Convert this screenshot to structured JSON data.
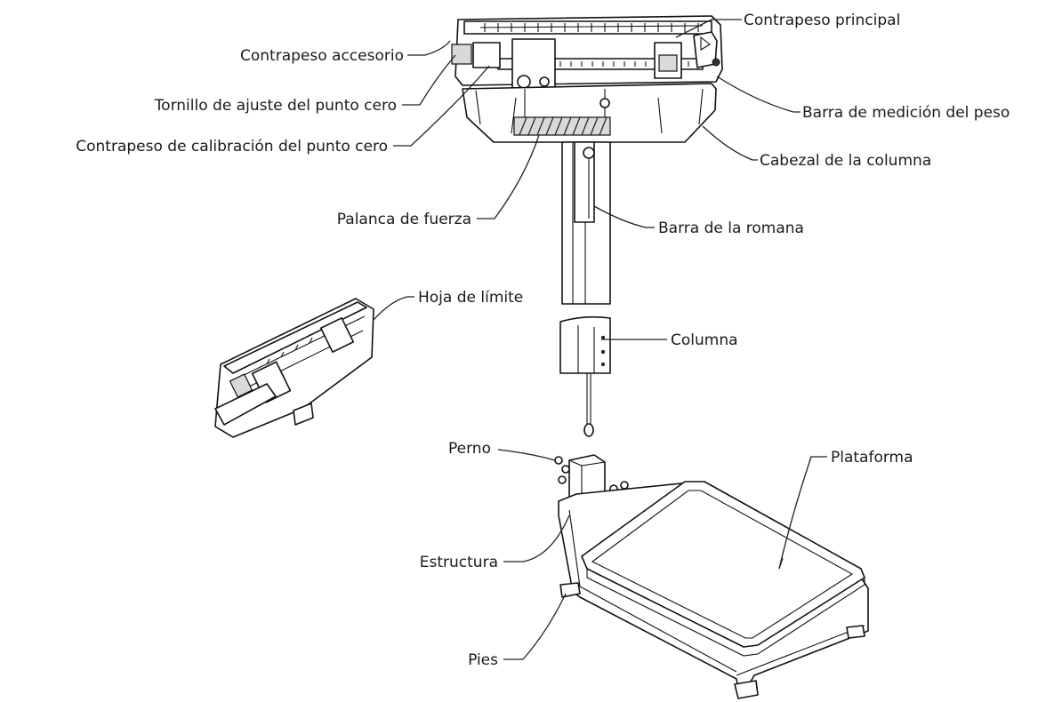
{
  "labels": {
    "contrapeso_principal": "Contrapeso principal",
    "contrapeso_accesorio": "Contrapeso accesorio",
    "tornillo_ajuste": "Tornillo de ajuste del punto cero",
    "contrapeso_calibracion": "Contrapeso de calibración del punto cero",
    "barra_medicion": "Barra de medición del peso",
    "cabezal": "Cabezal de la columna",
    "palanca": "Palanca de fuerza",
    "barra_romana": "Barra de la romana",
    "hoja_limite": "Hoja de límite",
    "columna": "Columna",
    "perno": "Perno",
    "plataforma": "Plataforma",
    "estructura": "Estructura",
    "pies": "Pies"
  },
  "colors": {
    "stroke": "#111111",
    "label": "#1a1a1a",
    "background": "#ffffff"
  }
}
